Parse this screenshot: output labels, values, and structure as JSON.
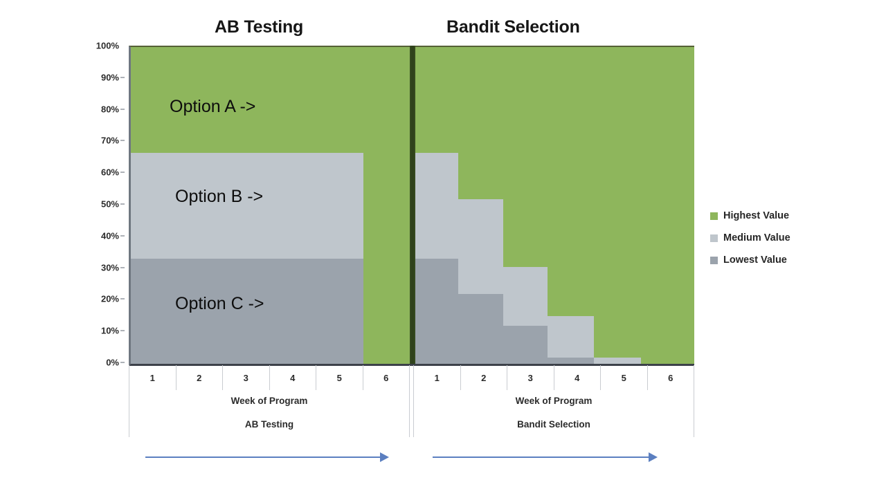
{
  "panels": [
    {
      "key": "ab",
      "title": "AB Testing",
      "axis_title": "Week of Program",
      "axis_subtitle": "AB Testing"
    },
    {
      "key": "bandit",
      "title": "Bandit Selection",
      "axis_title": "Week of Program",
      "axis_subtitle": "Bandit Selection"
    }
  ],
  "annotations": {
    "option_a": "Option A ->",
    "option_b": "Option B ->",
    "option_c": "Option C ->"
  },
  "legend": {
    "items": [
      {
        "label": "Highest Value",
        "color": "#8EB65C"
      },
      {
        "label": "Medium Value",
        "color": "#BFC6CC"
      },
      {
        "label": "Lowest Value",
        "color": "#9BA3AC"
      }
    ]
  },
  "colors": {
    "highest": "#8EB65C",
    "medium": "#BFC6CC",
    "lowest": "#9BA3AC",
    "divider": "#35491F",
    "arrow": "#5B7FC0",
    "axis": "#3C4149"
  },
  "chart_data": {
    "type": "area",
    "title": "AB Testing vs Bandit Selection traffic allocation",
    "xlabel": "Week of Program",
    "ylabel": "",
    "ylim": [
      0,
      100
    ],
    "ytick_labels": [
      "100%",
      "90%",
      "80%",
      "70%",
      "60%",
      "50%",
      "40%",
      "30%",
      "20%",
      "10%",
      "0%"
    ],
    "ytick_values": [
      100,
      90,
      80,
      70,
      60,
      50,
      40,
      30,
      20,
      10,
      0
    ],
    "xtick_labels": [
      "1",
      "2",
      "3",
      "4",
      "5",
      "6"
    ],
    "grid": false,
    "stacked": true,
    "legend_position": "right",
    "panels": [
      {
        "name": "AB Testing",
        "x": [
          1,
          2,
          3,
          4,
          5,
          6
        ],
        "series": [
          {
            "name": "Lowest Value",
            "color": "#9BA3AC",
            "values": [
              33.3,
              33.3,
              33.3,
              33.3,
              33.3,
              0
            ]
          },
          {
            "name": "Medium Value",
            "color": "#BFC6CC",
            "values": [
              33.4,
              33.4,
              33.4,
              33.4,
              33.4,
              0
            ]
          },
          {
            "name": "Highest Value",
            "color": "#8EB65C",
            "values": [
              33.3,
              33.3,
              33.3,
              33.3,
              33.3,
              100
            ]
          }
        ],
        "steps_pct_of_width": [
          {
            "from": 0,
            "to": 83.3,
            "lowest": 33.3,
            "medium": 33.4,
            "highest": 33.3
          },
          {
            "from": 83.3,
            "to": 100,
            "lowest": 0,
            "medium": 0,
            "highest": 100
          }
        ]
      },
      {
        "name": "Bandit Selection",
        "x": [
          1,
          2,
          3,
          4,
          5,
          6
        ],
        "series": [
          {
            "name": "Lowest Value",
            "color": "#9BA3AC",
            "values": [
              33.3,
              22.0,
              12.0,
              2.0,
              0,
              0
            ]
          },
          {
            "name": "Medium Value",
            "color": "#BFC6CC",
            "values": [
              33.4,
              30.0,
              18.5,
              13.0,
              2.0,
              0
            ]
          },
          {
            "name": "Highest Value",
            "color": "#8EB65C",
            "values": [
              33.3,
              48.0,
              69.5,
              85.0,
              98.0,
              100
            ]
          }
        ],
        "steps_pct_of_width": [
          {
            "from": 0,
            "to": 15.5,
            "lowest": 33.3,
            "medium": 33.4,
            "highest": 33.3
          },
          {
            "from": 15.5,
            "to": 31.5,
            "lowest": 22.0,
            "medium": 30.0,
            "highest": 48.0
          },
          {
            "from": 31.5,
            "to": 47.5,
            "lowest": 12.0,
            "medium": 18.5,
            "highest": 69.5
          },
          {
            "from": 47.5,
            "to": 64.0,
            "lowest": 2.0,
            "medium": 13.0,
            "highest": 85.0
          },
          {
            "from": 64.0,
            "to": 81.0,
            "lowest": 0,
            "medium": 2.0,
            "highest": 98.0
          },
          {
            "from": 81.0,
            "to": 100,
            "lowest": 0,
            "medium": 0,
            "highest": 100
          }
        ]
      }
    ]
  }
}
